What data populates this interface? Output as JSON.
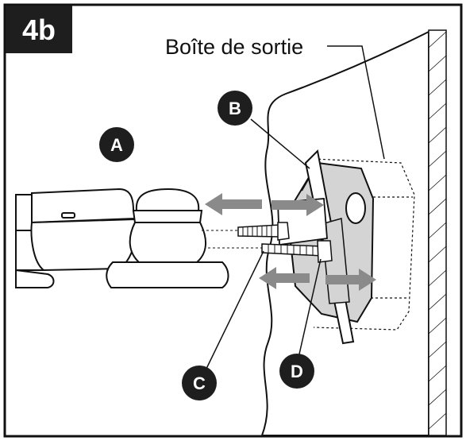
{
  "step": {
    "label": "4b"
  },
  "callouts": {
    "outlet_box": "Boîte de sortie"
  },
  "markers": {
    "a": "A",
    "b": "B",
    "c": "C",
    "d": "D"
  },
  "colors": {
    "badge_bg": "#1e1e1e",
    "badge_text": "#ffffff",
    "line": "#111111",
    "arrow": "#8a8a8a",
    "bracket_fill": "#d4d4d4",
    "frame": "#111111"
  }
}
